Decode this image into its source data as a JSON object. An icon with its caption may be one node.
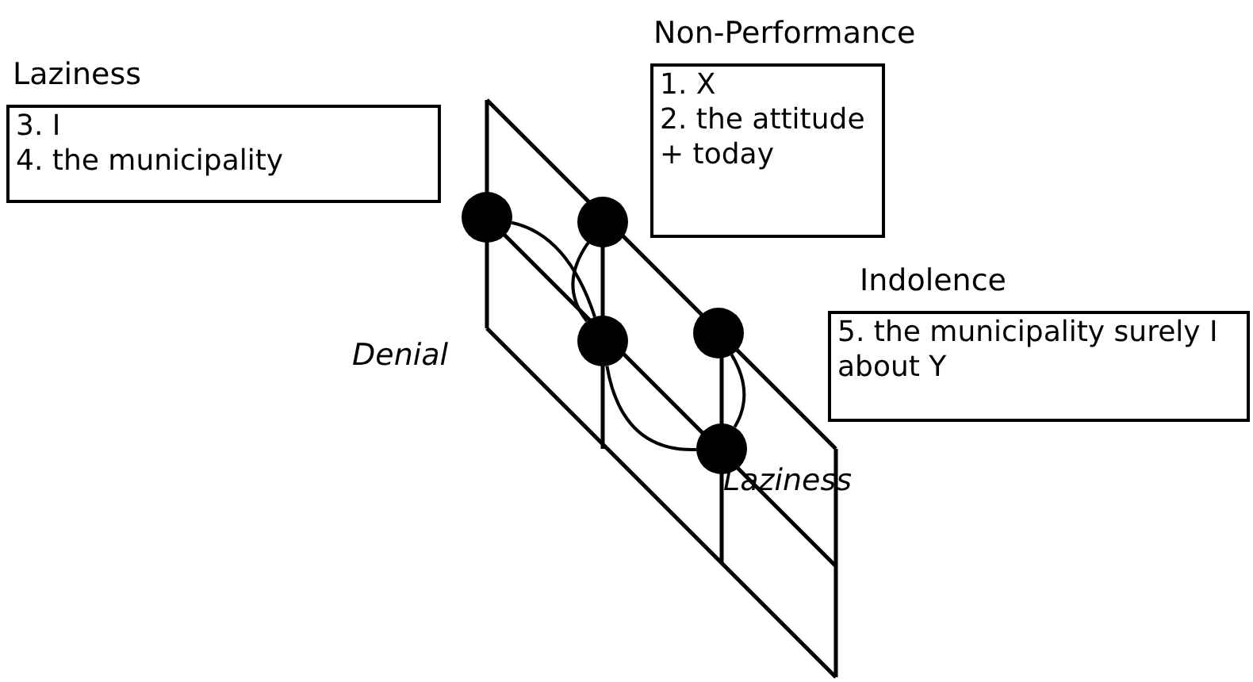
{
  "diagram": {
    "nodes": [
      {
        "text": [
          "Laziness",
          "3. I",
          "4. the municipality"
        ]
      },
      {
        "text": [
          "Non-Performance",
          "1. X",
          "2. the attitude + today"
        ]
      },
      {
        "text": [],
        "shape": "circle"
      },
      {
        "text": [],
        "shape": "circle"
      },
      {
        "text": [
          "Indolence",
          "5. the municipality surely I about Y"
        ]
      },
      {
        "text": [],
        "shape": "circle"
      },
      {
        "text": [],
        "shape": "circle"
      },
      {
        "text": [],
        "shape": "circle"
      }
    ],
    "edges": [
      {
        "from": 2,
        "to": 5,
        "arrow": "none"
      },
      {
        "from": 3,
        "to": 5,
        "arrow": "none"
      },
      {
        "from": 5,
        "to": 7,
        "arrow": "none"
      },
      {
        "from": 6,
        "to": 7,
        "arrow": "none"
      }
    ],
    "labels": [
      "Denial",
      "Laziness"
    ]
  }
}
